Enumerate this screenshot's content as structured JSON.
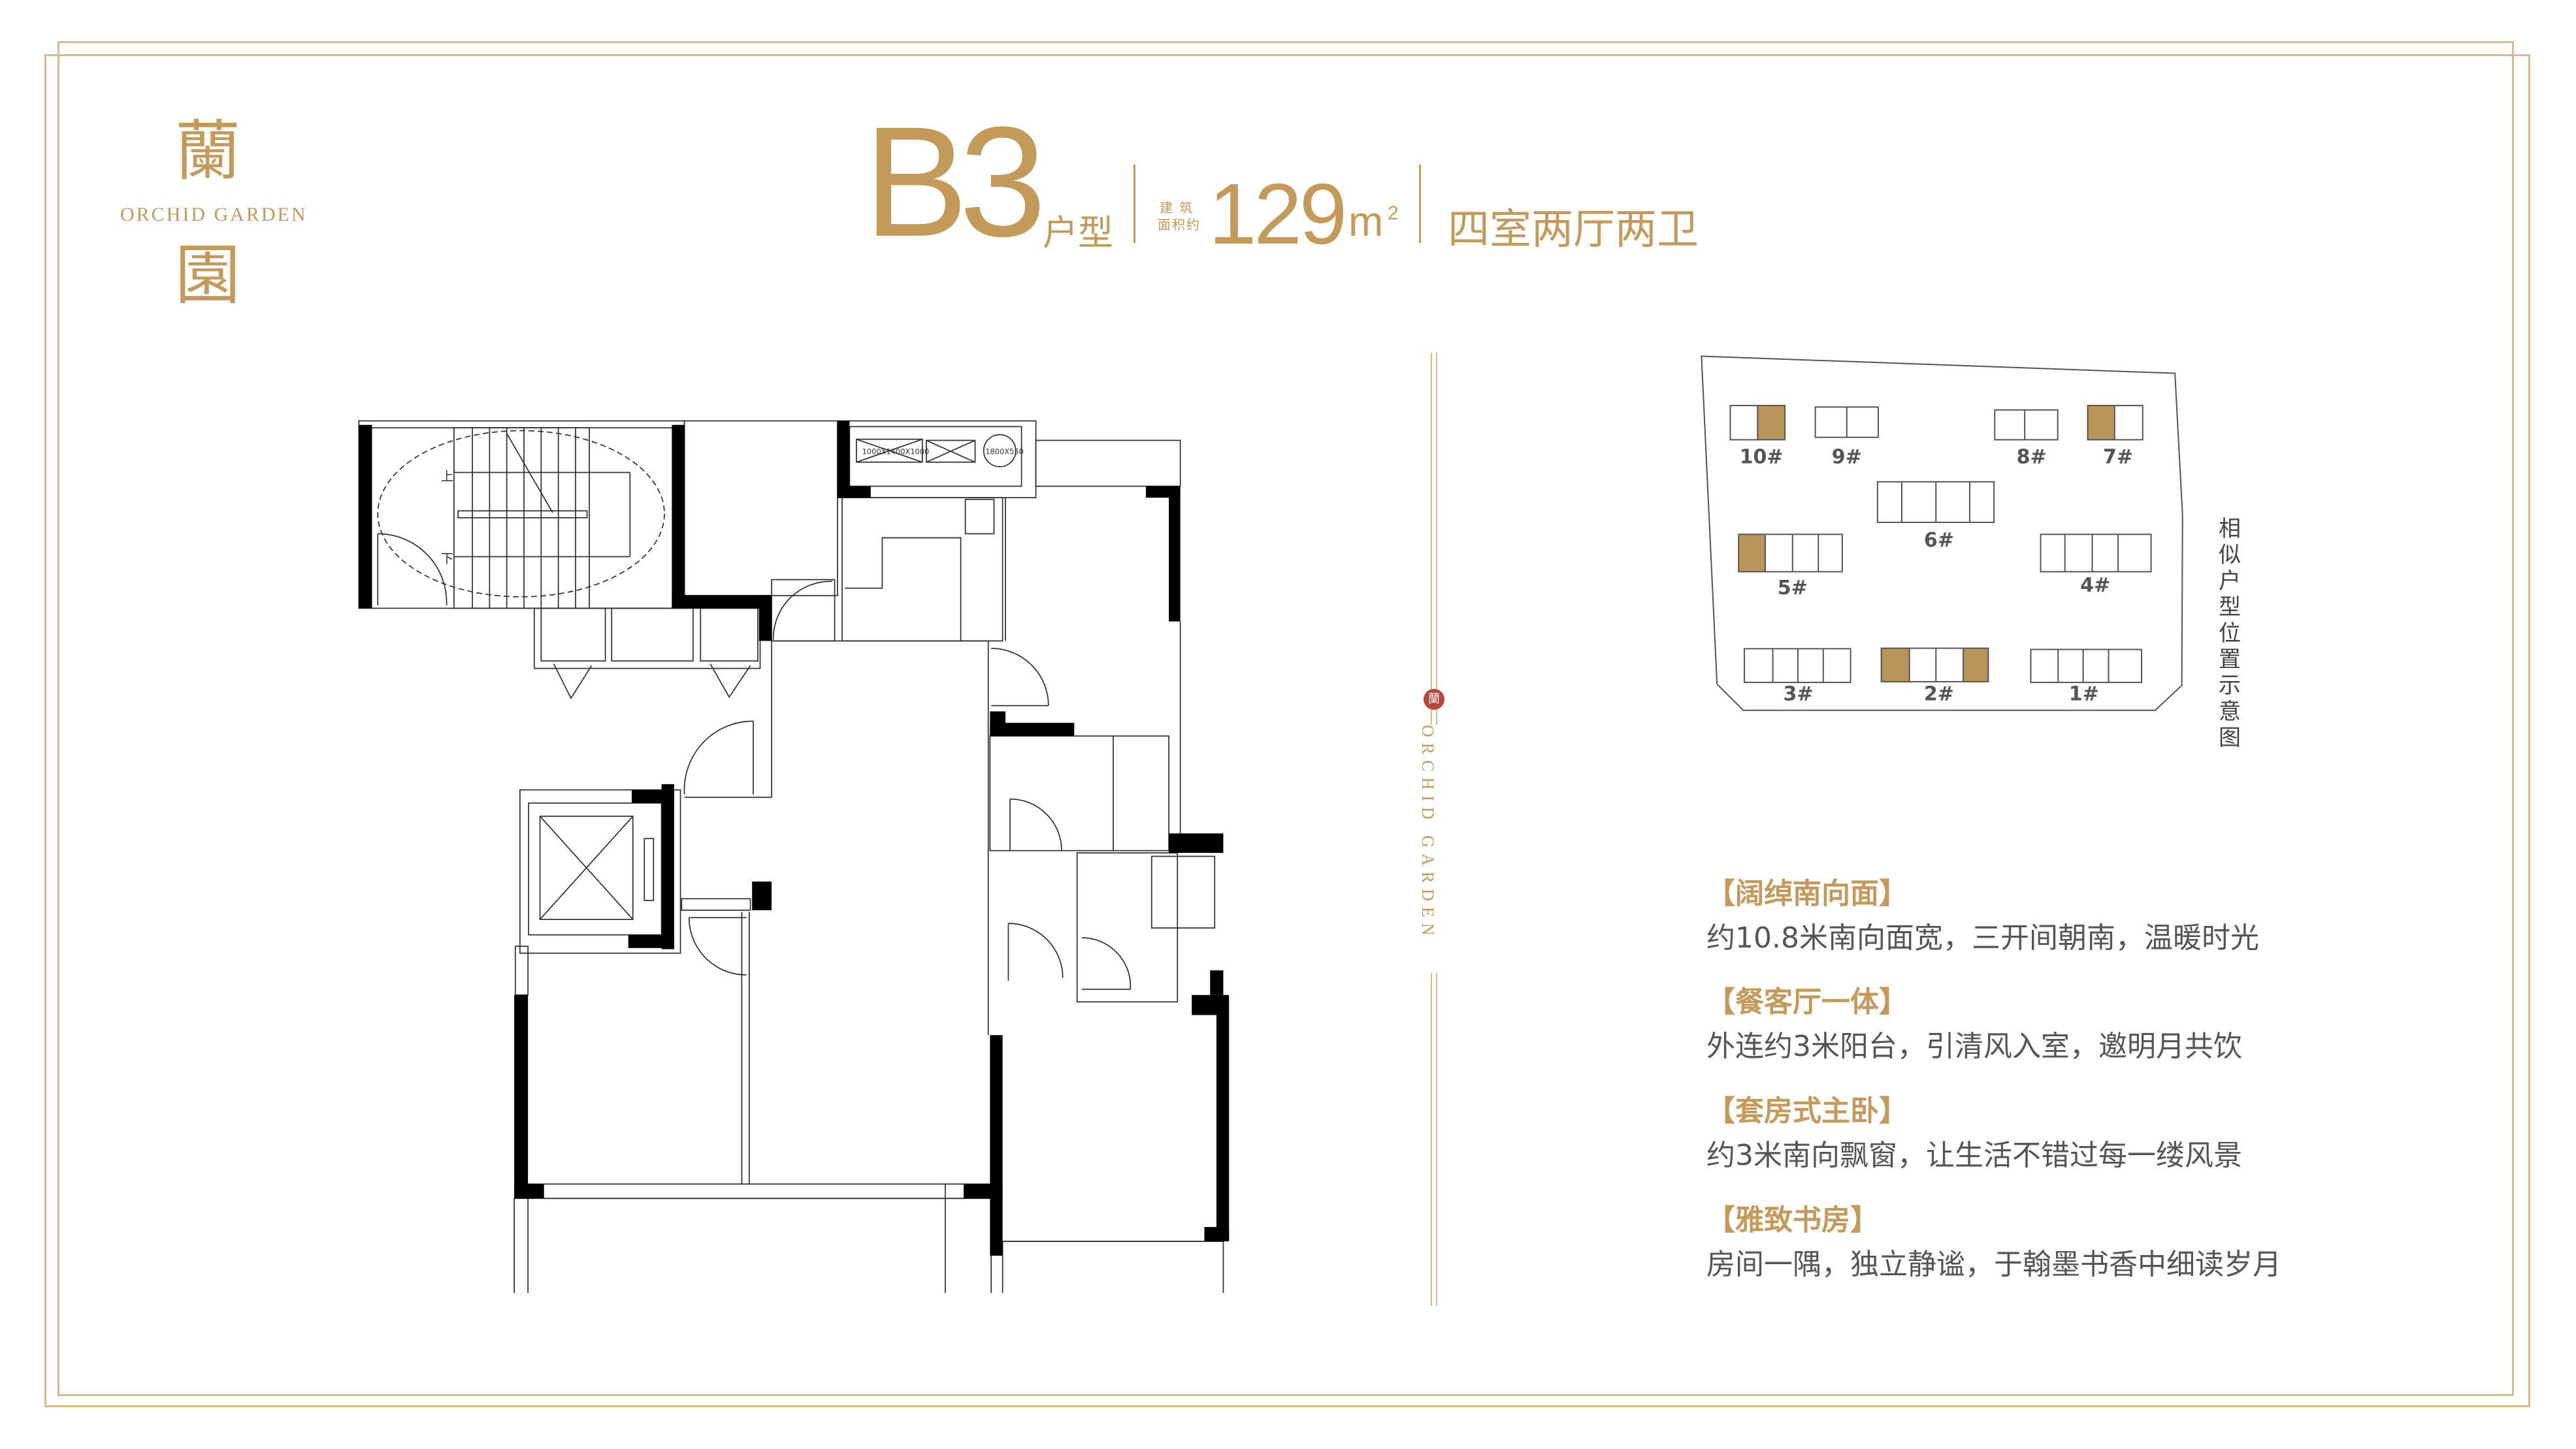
{
  "logo": {
    "char_top": "蘭",
    "char_bottom": "園",
    "english": "ORCHID GARDEN"
  },
  "header": {
    "unit_code": "B3",
    "unit_suffix": "户型",
    "area_label_line1": "建 筑",
    "area_label_line2": "面积约",
    "area_value": "129",
    "area_unit": "m",
    "area_unit_sup": "2",
    "layout": "四室两厅两卫"
  },
  "divider": {
    "seal_text": "蘭",
    "vertical_text": "ORCHID GARDEN"
  },
  "floorplan": {
    "stair_up": "上",
    "stair_down": "下",
    "fixture_1": "1000X1400X1000",
    "fixture_2": "1800X550"
  },
  "site_plan": {
    "caption": "相似户型位置示意图",
    "buildings": [
      "10#",
      "9#",
      "8#",
      "7#",
      "6#",
      "5#",
      "4#",
      "3#",
      "2#",
      "1#"
    ],
    "highlight_color": "#b8955a"
  },
  "features": [
    {
      "title": "【阔绰南向面】",
      "desc": "约10.8米南向面宽，三开间朝南，温暖时光"
    },
    {
      "title": "【餐客厅一体】",
      "desc": "外连约3米阳台，引清风入室，邀明月共饮"
    },
    {
      "title": "【套房式主卧】",
      "desc": "约3米南向飘窗，让生活不错过每一缕风景"
    },
    {
      "title": "【雅致书房】",
      "desc": "房间一隅，独立静谧，于翰墨书香中细读岁月"
    }
  ],
  "colors": {
    "gold": "#c49a5a",
    "text": "#555555",
    "wall": "#000000"
  }
}
